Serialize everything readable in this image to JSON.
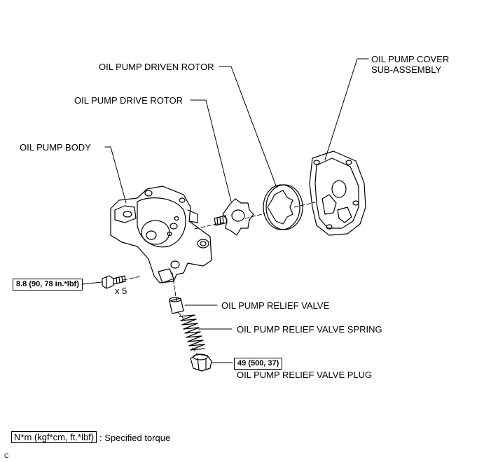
{
  "labels": {
    "driven_rotor": "OIL PUMP DRIVEN ROTOR",
    "cover_line1": "OIL PUMP COVER",
    "cover_line2": "SUB-ASSEMBLY",
    "drive_rotor": "OIL PUMP DRIVE ROTOR",
    "body": "OIL PUMP BODY",
    "relief_valve": "OIL PUMP RELIEF VALVE",
    "relief_spring": "OIL PUMP RELIEF VALVE SPRING",
    "relief_plug": "OIL PUMP RELIEF VALVE PLUG"
  },
  "torques": {
    "bolt": "8.8 (90, 78 in.*lbf)",
    "bolt_qty": "x 5",
    "plug": "49 (500, 37)"
  },
  "legend": {
    "unit": "N*m (kgf*cm, ft.*lbf)",
    "text": ": Specified torque"
  },
  "figure_code": "C"
}
